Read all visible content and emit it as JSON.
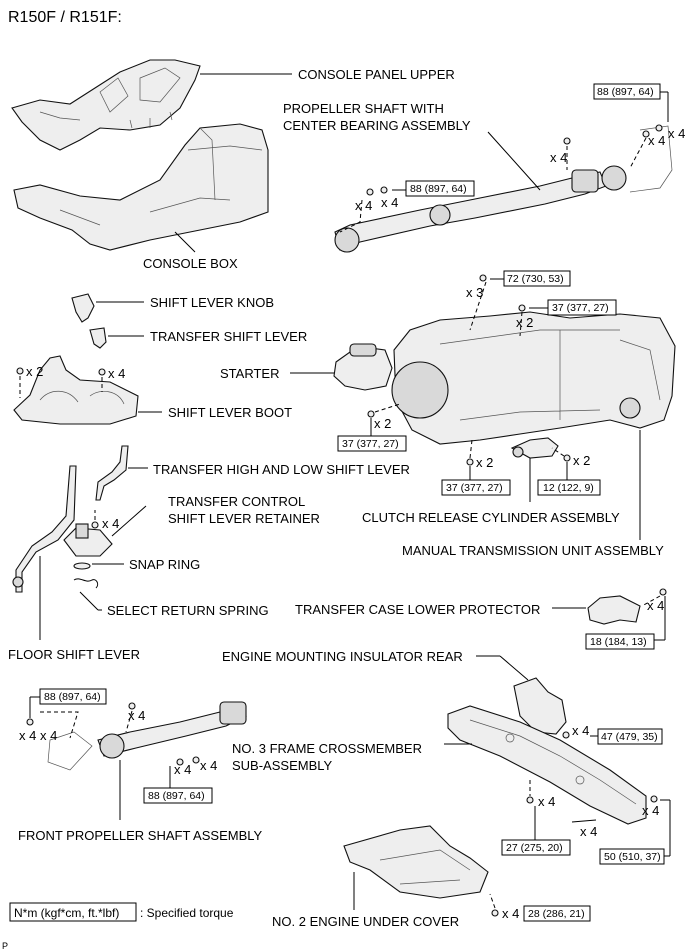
{
  "title": "R150F / R151F:",
  "labels": {
    "console_panel_upper": "CONSOLE PANEL UPPER",
    "console_box": "CONSOLE BOX",
    "propeller_shaft_1": "PROPELLER SHAFT WITH",
    "propeller_shaft_2": "CENTER BEARING ASSEMBLY",
    "shift_lever_knob": "SHIFT LEVER KNOB",
    "transfer_shift_lever": "TRANSFER SHIFT LEVER",
    "starter": "STARTER",
    "shift_lever_boot": "SHIFT LEVER BOOT",
    "transfer_high_low": "TRANSFER HIGH AND LOW SHIFT LEVER",
    "transfer_control_1": "TRANSFER CONTROL",
    "transfer_control_2": "SHIFT LEVER RETAINER",
    "clutch_release": "CLUTCH RELEASE CYLINDER ASSEMBLY",
    "manual_transmission": "MANUAL TRANSMISSION UNIT ASSEMBLY",
    "snap_ring": "SNAP RING",
    "select_return_spring": "SELECT RETURN SPRING",
    "transfer_case_lower": "TRANSFER CASE LOWER PROTECTOR",
    "floor_shift_lever": "FLOOR SHIFT LEVER",
    "engine_mounting": "ENGINE MOUNTING INSULATOR REAR",
    "frame_crossmember_1": "NO. 3 FRAME CROSSMEMBER",
    "frame_crossmember_2": "SUB-ASSEMBLY",
    "front_propeller": "FRONT PROPELLER SHAFT ASSEMBLY",
    "engine_under_cover": "NO. 2 ENGINE UNDER COVER",
    "legend_box": "N*m (kgf*cm, ft.*lbf)",
    "legend_text": ": Specified torque",
    "corner_mark": "P"
  },
  "quantities": {
    "x2": "x 2",
    "x3": "x 3",
    "x4": "x 4"
  },
  "torques": {
    "t88": "88 (897, 64)",
    "t72": "72 (730, 53)",
    "t37": "37 (377, 27)",
    "t12": "12 (122, 9)",
    "t18": "18 (184, 13)",
    "t47": "47 (479, 35)",
    "t27": "27 (275, 20)",
    "t50": "50 (510, 37)",
    "t28": "28 (286, 21)"
  }
}
